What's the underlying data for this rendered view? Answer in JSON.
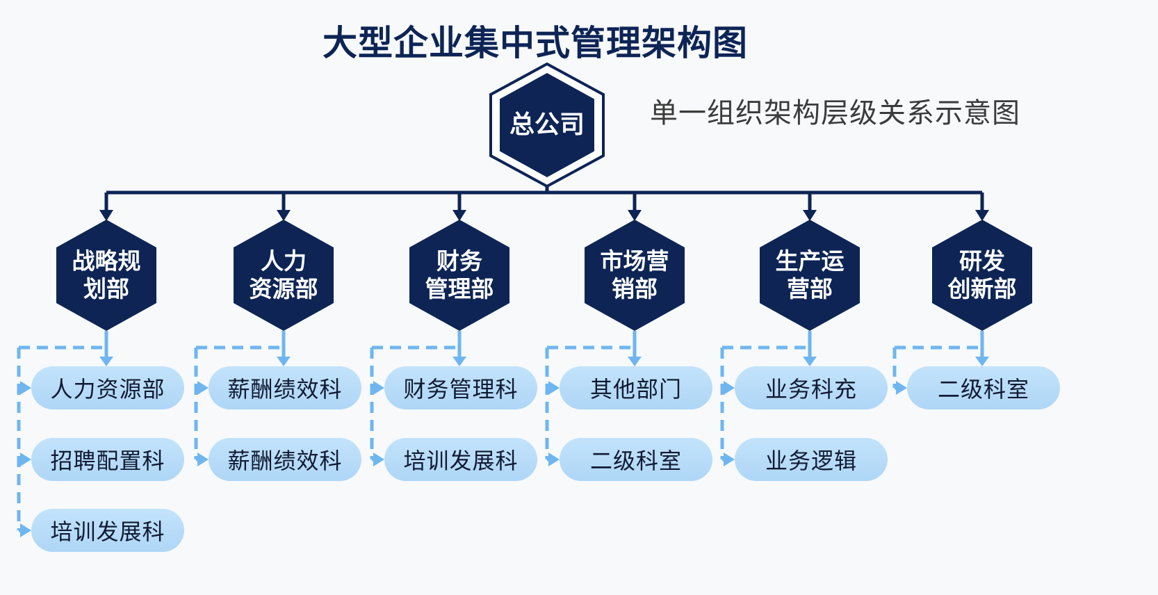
{
  "title": "大型企业集中式管理架构图",
  "subtitle": "单一组织架构层级关系示意图",
  "colors": {
    "navy": "#0d2455",
    "connector_light": "#6fb6f0",
    "pill_fill": "#b6dcf8",
    "pill_text": "#111a33",
    "background": "#f7f9fb"
  },
  "root": {
    "label": "总公司",
    "shape": "hexagon"
  },
  "departments": [
    {
      "line1": "战略规",
      "line2": "划部",
      "sub_units": [
        "人力资源部",
        "招聘配置科",
        "培训发展科"
      ]
    },
    {
      "line1": "人力",
      "line2": "资源部",
      "sub_units": [
        "薪酬绩效科",
        "薪酬绩效科"
      ]
    },
    {
      "line1": "财务",
      "line2": "管理部",
      "sub_units": [
        "财务管理科",
        "培训发展科"
      ]
    },
    {
      "line1": "市场营",
      "line2": "销部",
      "sub_units": [
        "其他部门",
        "二级科室"
      ]
    },
    {
      "line1": "生产运",
      "line2": "营部",
      "sub_units": [
        "业务科充",
        "业务逻辑"
      ]
    },
    {
      "line1": "研发",
      "line2": "创新部",
      "sub_units": [
        "二级科室"
      ]
    }
  ]
}
